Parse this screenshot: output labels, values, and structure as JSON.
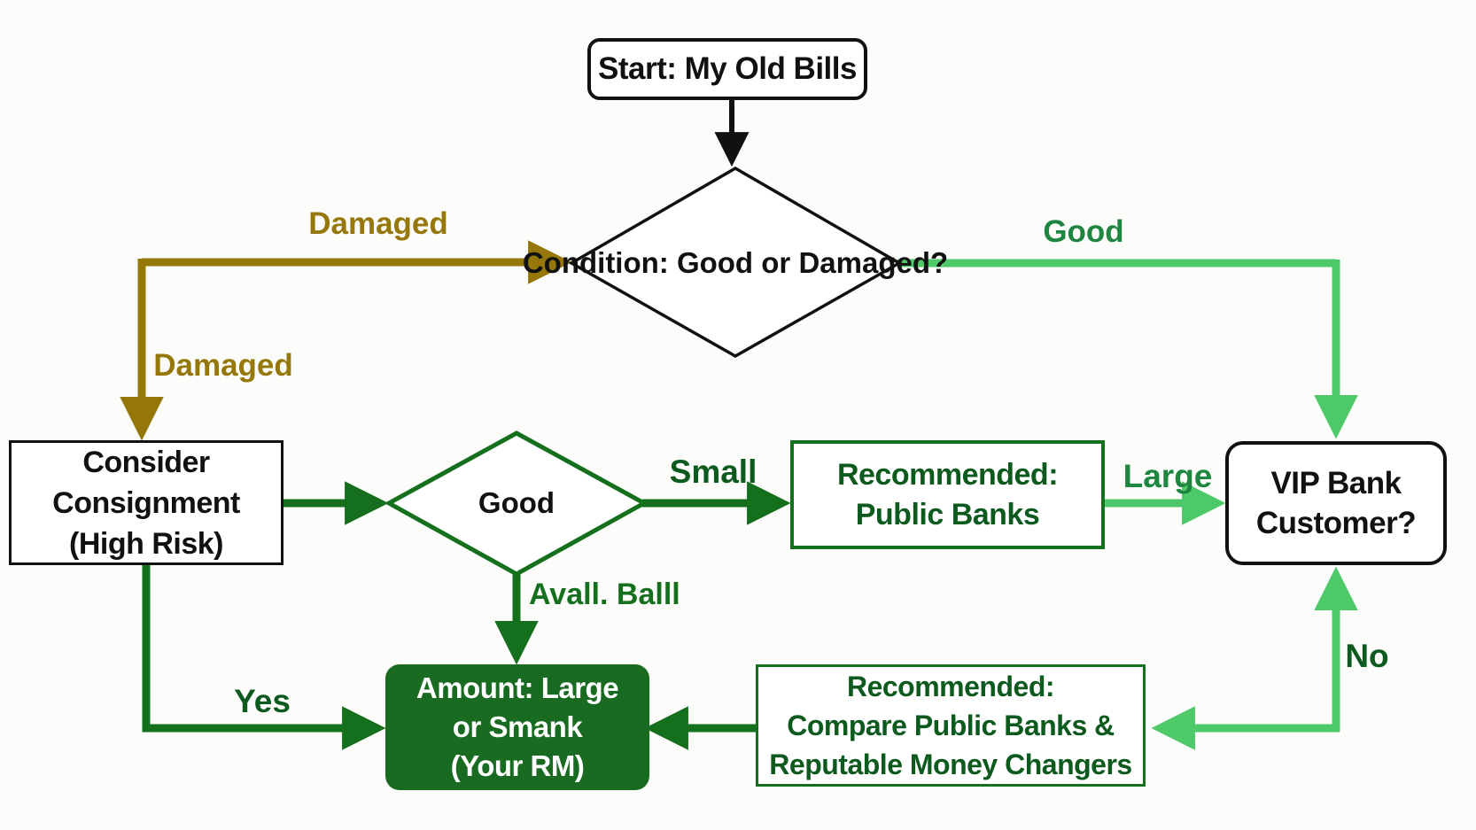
{
  "colors": {
    "background": "#fcfcfa",
    "line_black": "#111111",
    "gold": "#96780a",
    "dark_green": "#15701d",
    "deep_green": "#0d5a1e",
    "medium_green": "#1e8640",
    "light_green": "#4ec96a",
    "amount_fill": "#1a6b22"
  },
  "nodes": {
    "start": {
      "label": "Start: My Old Bills"
    },
    "condition": {
      "lines": [
        "Condition:",
        "Good or",
        "Damaged?"
      ]
    },
    "consider": {
      "lines": [
        "Consider",
        "Consignment",
        "(High Risk)"
      ]
    },
    "good_diamond": {
      "label": "Good"
    },
    "public_banks": {
      "lines": [
        "Recommended:",
        "Public Banks"
      ]
    },
    "vip": {
      "lines": [
        "VIP Bank",
        "Customer?"
      ]
    },
    "amount": {
      "lines": [
        "Amount: Large",
        "or Smank",
        "(Your RM)"
      ]
    },
    "compare": {
      "lines": [
        "Recommended:",
        "Compare Public Banks &",
        "Reputable Money Changers"
      ]
    }
  },
  "edges": {
    "damaged_top": "Damaged",
    "damaged_side": "Damaged",
    "good": "Good",
    "small": "Small",
    "large": "Large",
    "avail_lines": [
      "Avall.",
      "Balll"
    ],
    "yes": "Yes",
    "no": "No"
  }
}
